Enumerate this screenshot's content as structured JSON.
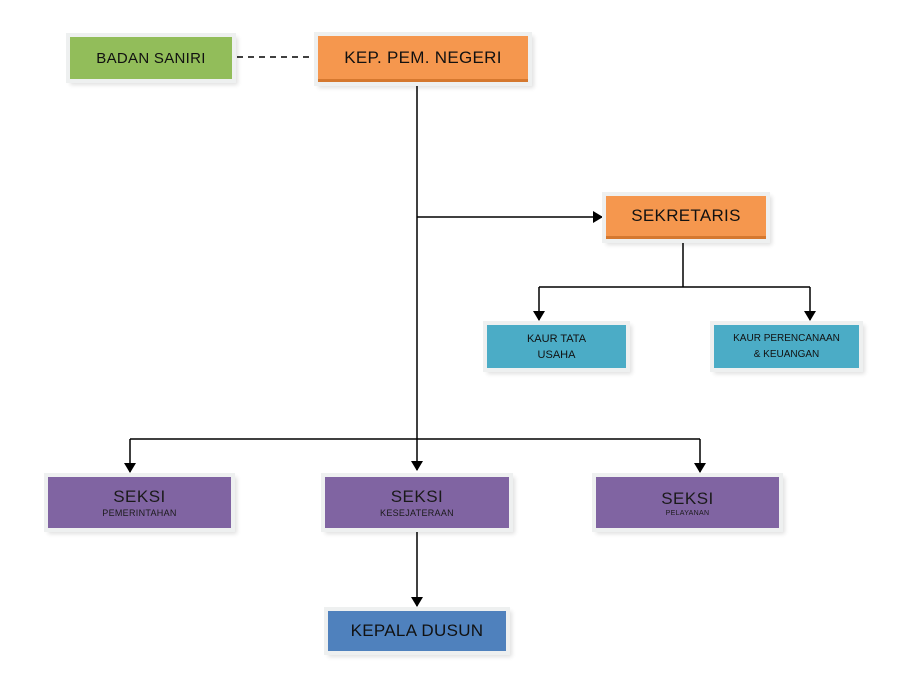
{
  "nodes": {
    "badan_saniri": "BADAN SANIRI",
    "kep_pem_negeri": "KEP. PEM. NEGERI",
    "sekretaris": "SEKRETARIS",
    "kaur_tata_usaha": {
      "line1": "KAUR TATA",
      "line2": "USAHA"
    },
    "kaur_perencanaan": {
      "line1": "KAUR PERENCANAAN",
      "line2": "& KEUANGAN"
    },
    "seksi_pemerintahan": {
      "title": "SEKSI",
      "sub": "PEMERINTAHAN"
    },
    "seksi_kesejateraan": {
      "title": "SEKSI",
      "sub": "KESEJATERAAN"
    },
    "seksi_pelayanan": {
      "title": "SEKSI",
      "sub": "PELAYANAN"
    },
    "kepala_dusun": "KEPALA DUSUN"
  },
  "colors": {
    "green": "#92bd5a",
    "orange": "#f5974e",
    "teal": "#4bacc6",
    "purple": "#8064a2",
    "blue": "#4f81bd",
    "line": "#000000"
  }
}
